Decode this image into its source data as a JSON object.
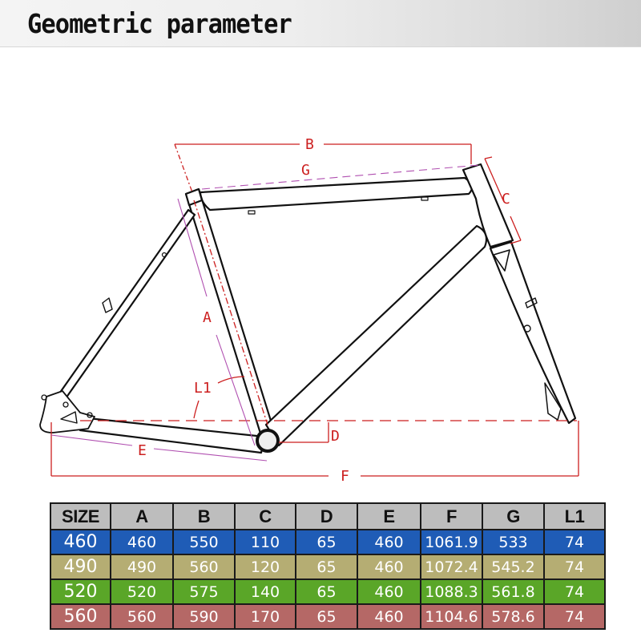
{
  "header": {
    "title": "Geometric parameter"
  },
  "diagram": {
    "labels": {
      "A": "A",
      "B": "B",
      "C": "C",
      "D": "D",
      "E": "E",
      "F": "F",
      "G": "G",
      "L1": "L1"
    },
    "dimension_color": "#cc1f1f",
    "guide_color": "#b04fb0"
  },
  "table": {
    "columns": [
      "SIZE",
      "A",
      "B",
      "C",
      "D",
      "E",
      "F",
      "G",
      "L1"
    ],
    "rows": [
      {
        "size": "460",
        "A": "460",
        "B": "550",
        "C": "110",
        "D": "65",
        "E": "460",
        "F": "1061.9",
        "G": "533",
        "L1": "74",
        "color": "#1f5cb6"
      },
      {
        "size": "490",
        "A": "490",
        "B": "560",
        "C": "120",
        "D": "65",
        "E": "460",
        "F": "1072.4",
        "G": "545.2",
        "L1": "74",
        "color": "#b5ad73"
      },
      {
        "size": "520",
        "A": "520",
        "B": "575",
        "C": "140",
        "D": "65",
        "E": "460",
        "F": "1088.3",
        "G": "561.8",
        "L1": "74",
        "color": "#5aa628"
      },
      {
        "size": "560",
        "A": "560",
        "B": "590",
        "C": "170",
        "D": "65",
        "E": "460",
        "F": "1104.6",
        "G": "578.6",
        "L1": "74",
        "color": "#b56866"
      }
    ]
  }
}
